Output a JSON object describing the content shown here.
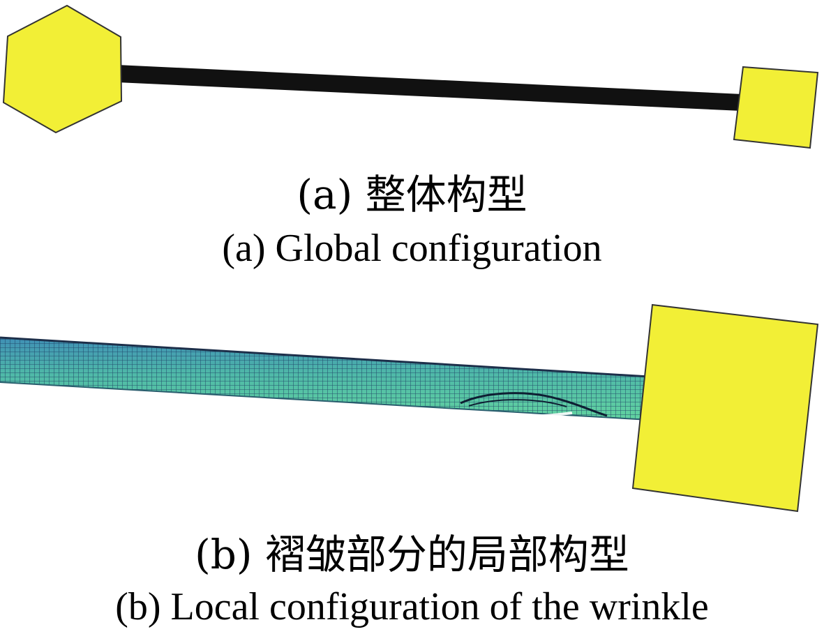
{
  "panel_a": {
    "caption_cn": "(a) 整体构型",
    "caption_en": "(a) Global configuration"
  },
  "panel_b": {
    "caption_cn": "(b) 褶皱部分的局部构型",
    "caption_en": "(b) Local configuration of the wrinkle"
  },
  "colors": {
    "end_mass": "#f2ef36",
    "tether": "#111111",
    "mesh_light": "#58c7a6",
    "mesh_dark": "#2a6f9a",
    "outline": "#222222"
  }
}
